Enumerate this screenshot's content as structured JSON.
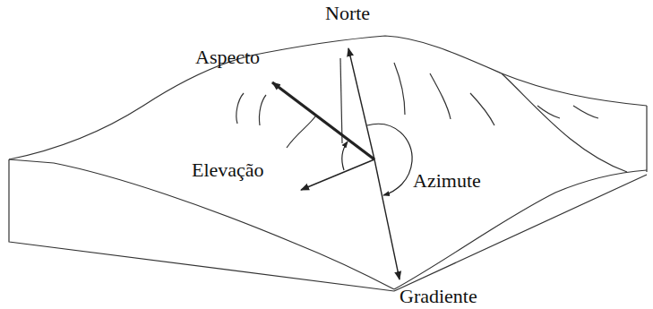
{
  "diagram": {
    "labels": [
      "Norte",
      "Aspecto",
      "Elevação",
      "Azimute",
      "Gradiente"
    ]
  }
}
